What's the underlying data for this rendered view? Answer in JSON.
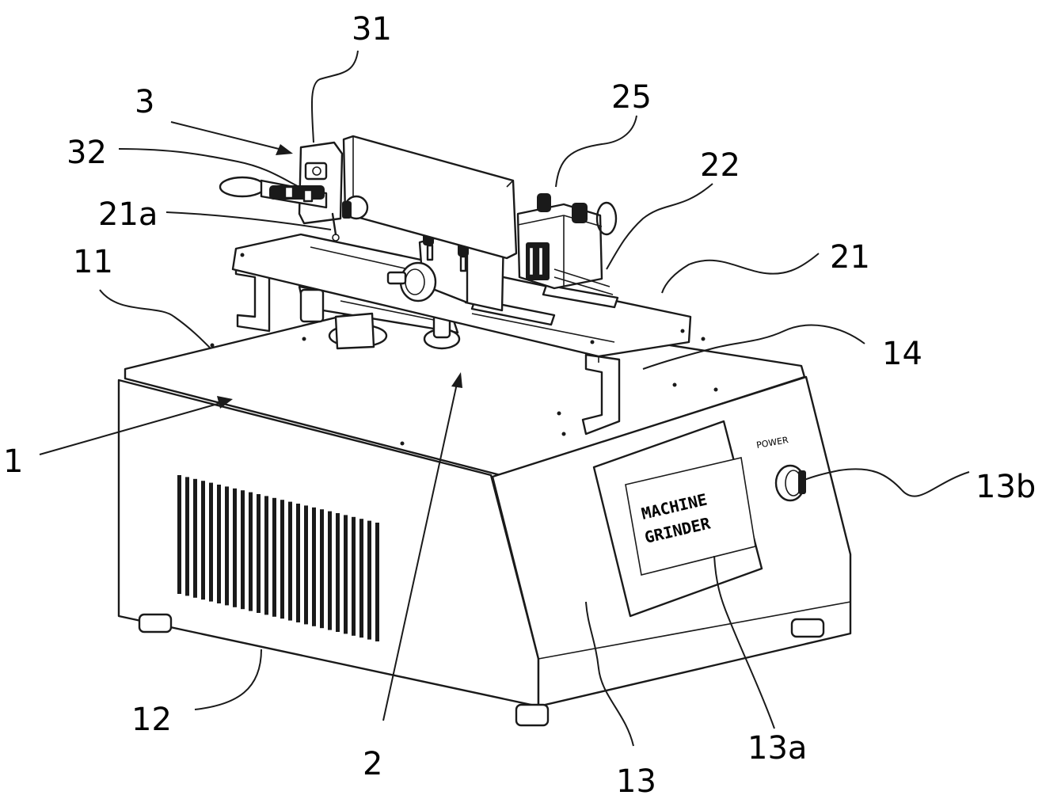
{
  "labels": {
    "l31": "31",
    "l3": "3",
    "l25": "25",
    "l32": "32",
    "l22": "22",
    "l21a": "21a",
    "l11": "11",
    "l21": "21",
    "l14": "14",
    "l1": "1",
    "l13b": "13b",
    "l12": "12",
    "l2": "2",
    "l13": "13",
    "l13a": "13a"
  },
  "panel": {
    "power_text": "POWER",
    "screen_line1": "MACHINE",
    "screen_line2": "GRINDER"
  }
}
